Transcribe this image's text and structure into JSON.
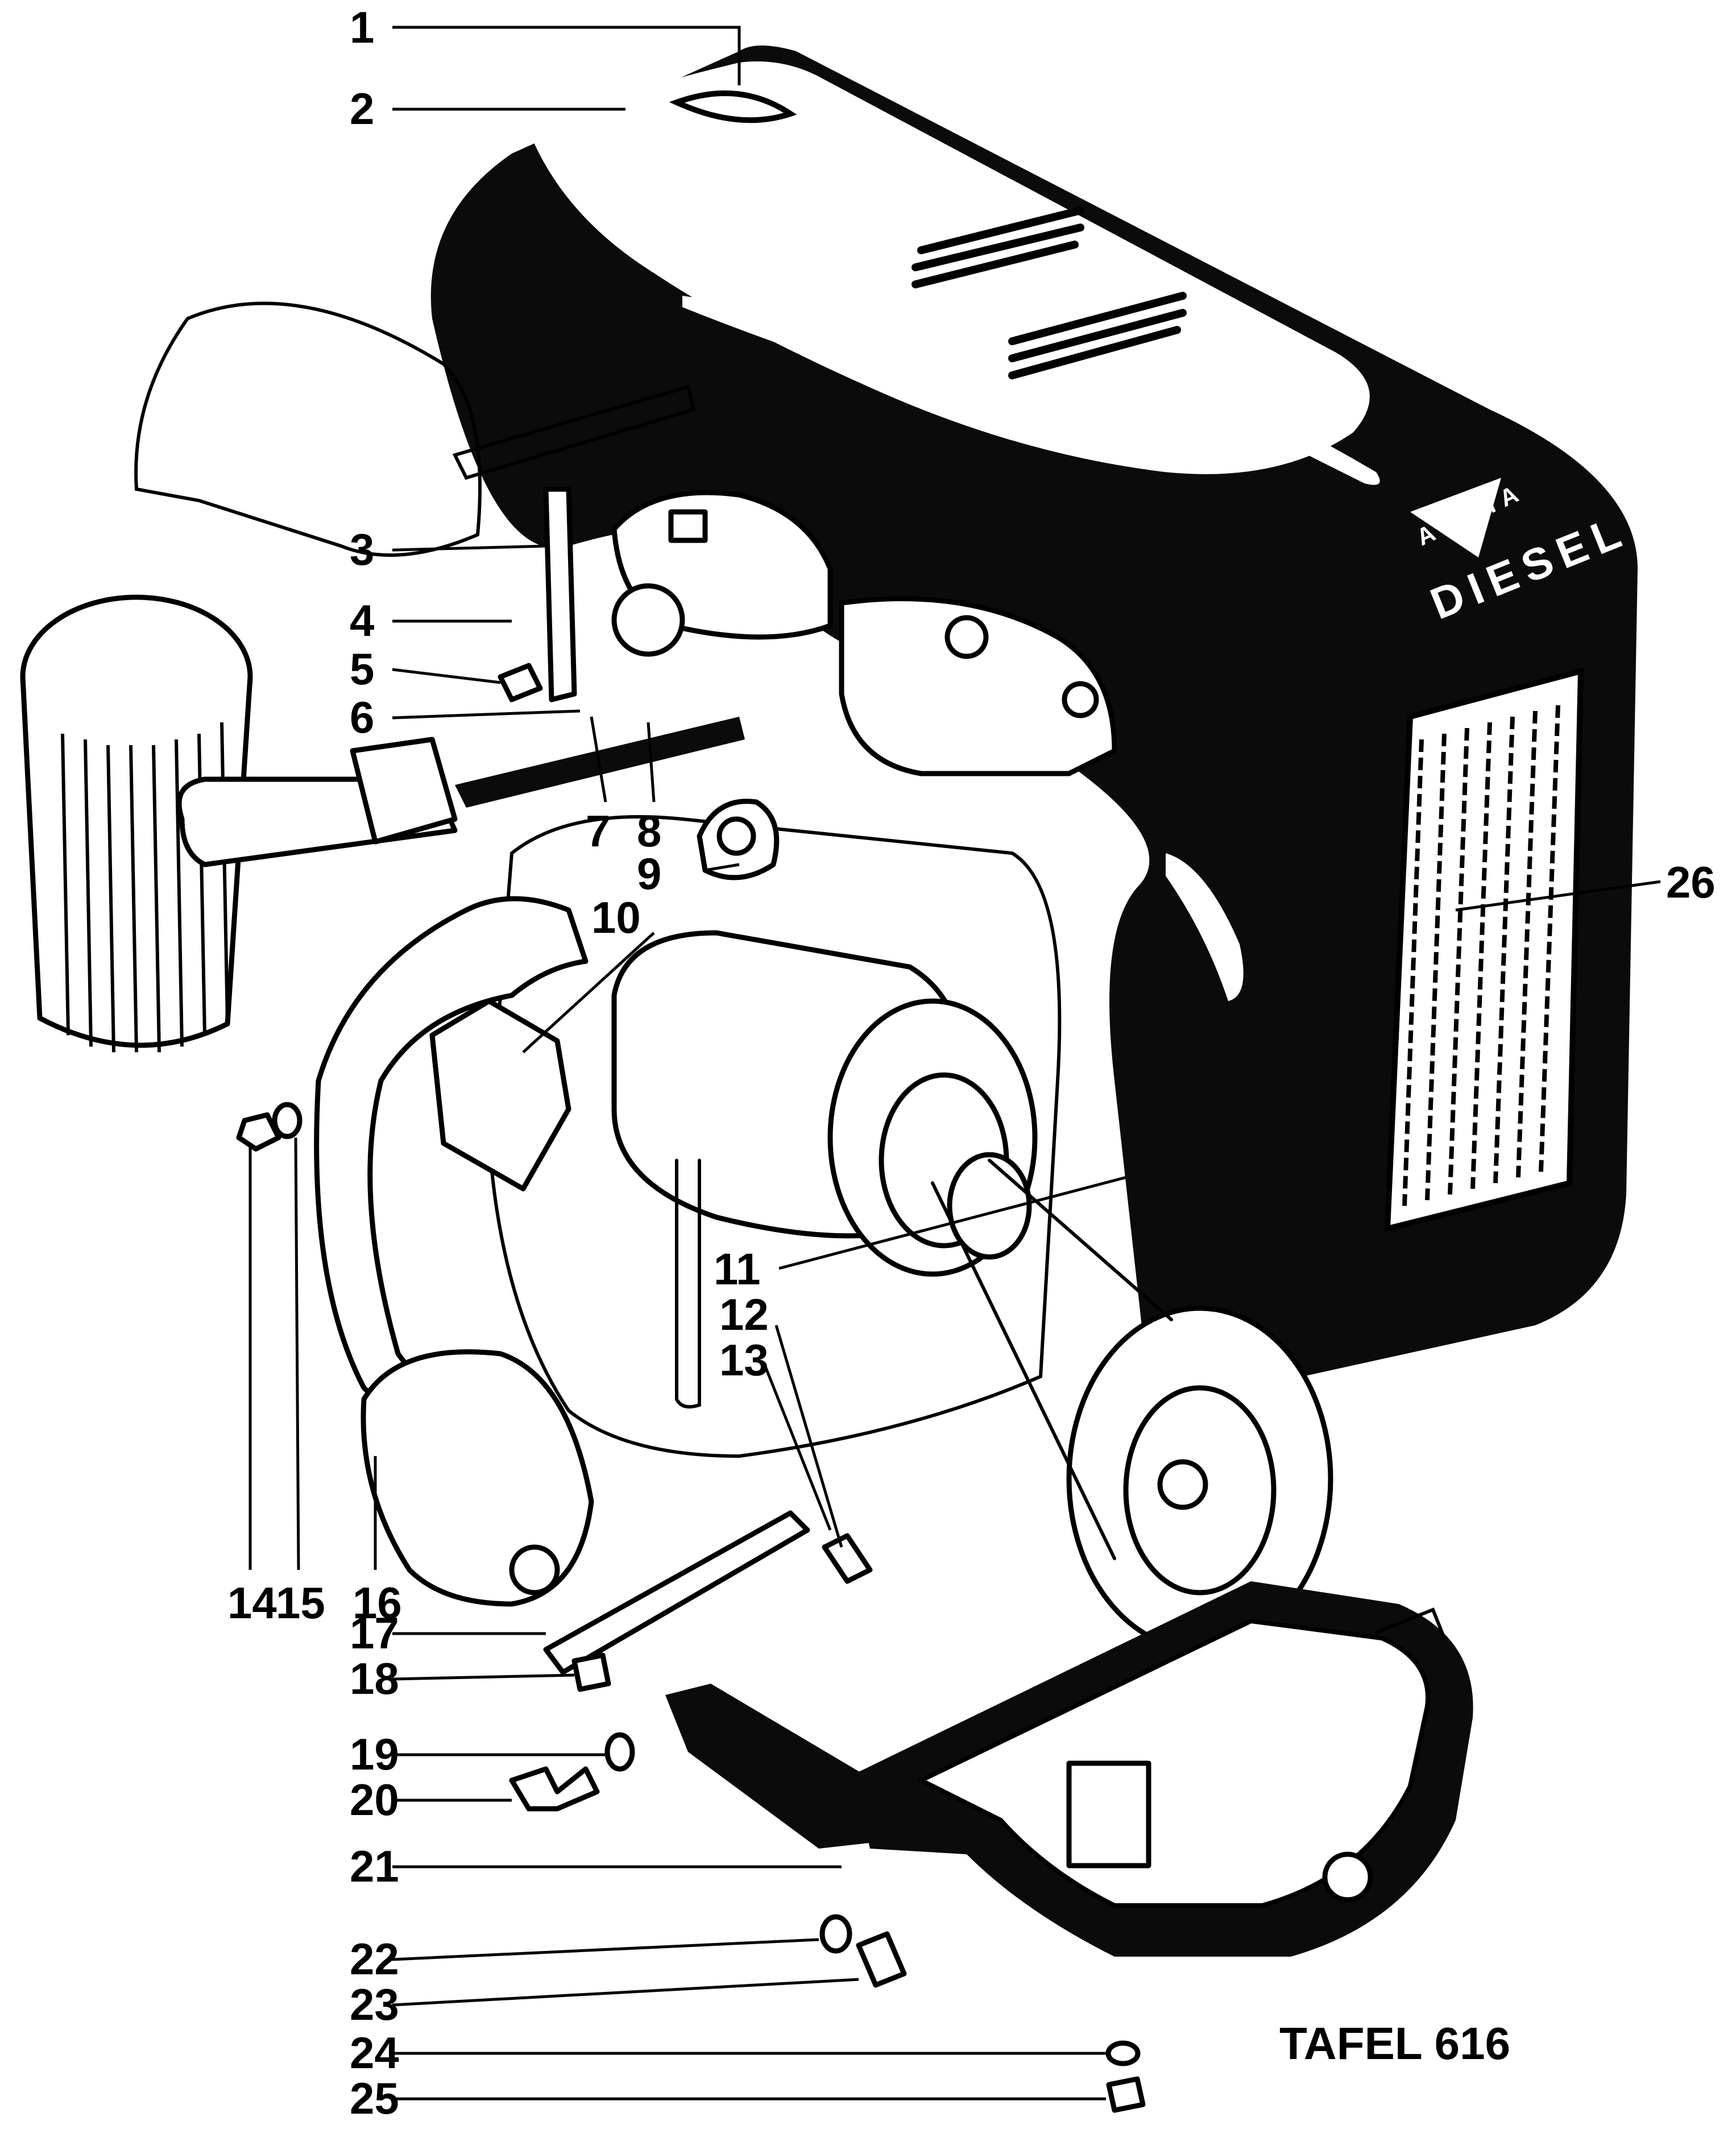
{
  "callouts": [
    {
      "num": "1"
    },
    {
      "num": "2"
    },
    {
      "num": "3"
    },
    {
      "num": "4"
    },
    {
      "num": "5"
    },
    {
      "num": "6"
    },
    {
      "num": "7"
    },
    {
      "num": "8"
    },
    {
      "num": "9"
    },
    {
      "num": "10"
    },
    {
      "num": "11"
    },
    {
      "num": "12"
    },
    {
      "num": "13"
    },
    {
      "num": "14"
    },
    {
      "num": "15"
    },
    {
      "num": "16"
    },
    {
      "num": "17"
    },
    {
      "num": "18"
    },
    {
      "num": "19"
    },
    {
      "num": "20"
    },
    {
      "num": "21"
    },
    {
      "num": "22"
    },
    {
      "num": "23"
    },
    {
      "num": "24"
    },
    {
      "num": "25"
    },
    {
      "num": "26"
    }
  ],
  "plate_label": "TAFEL 616",
  "logo": {
    "brand_badge": "AGRIA",
    "brand_word": "DIESEL"
  },
  "colors": {
    "ink": "#0b0b0b",
    "paper": "#ffffff"
  }
}
